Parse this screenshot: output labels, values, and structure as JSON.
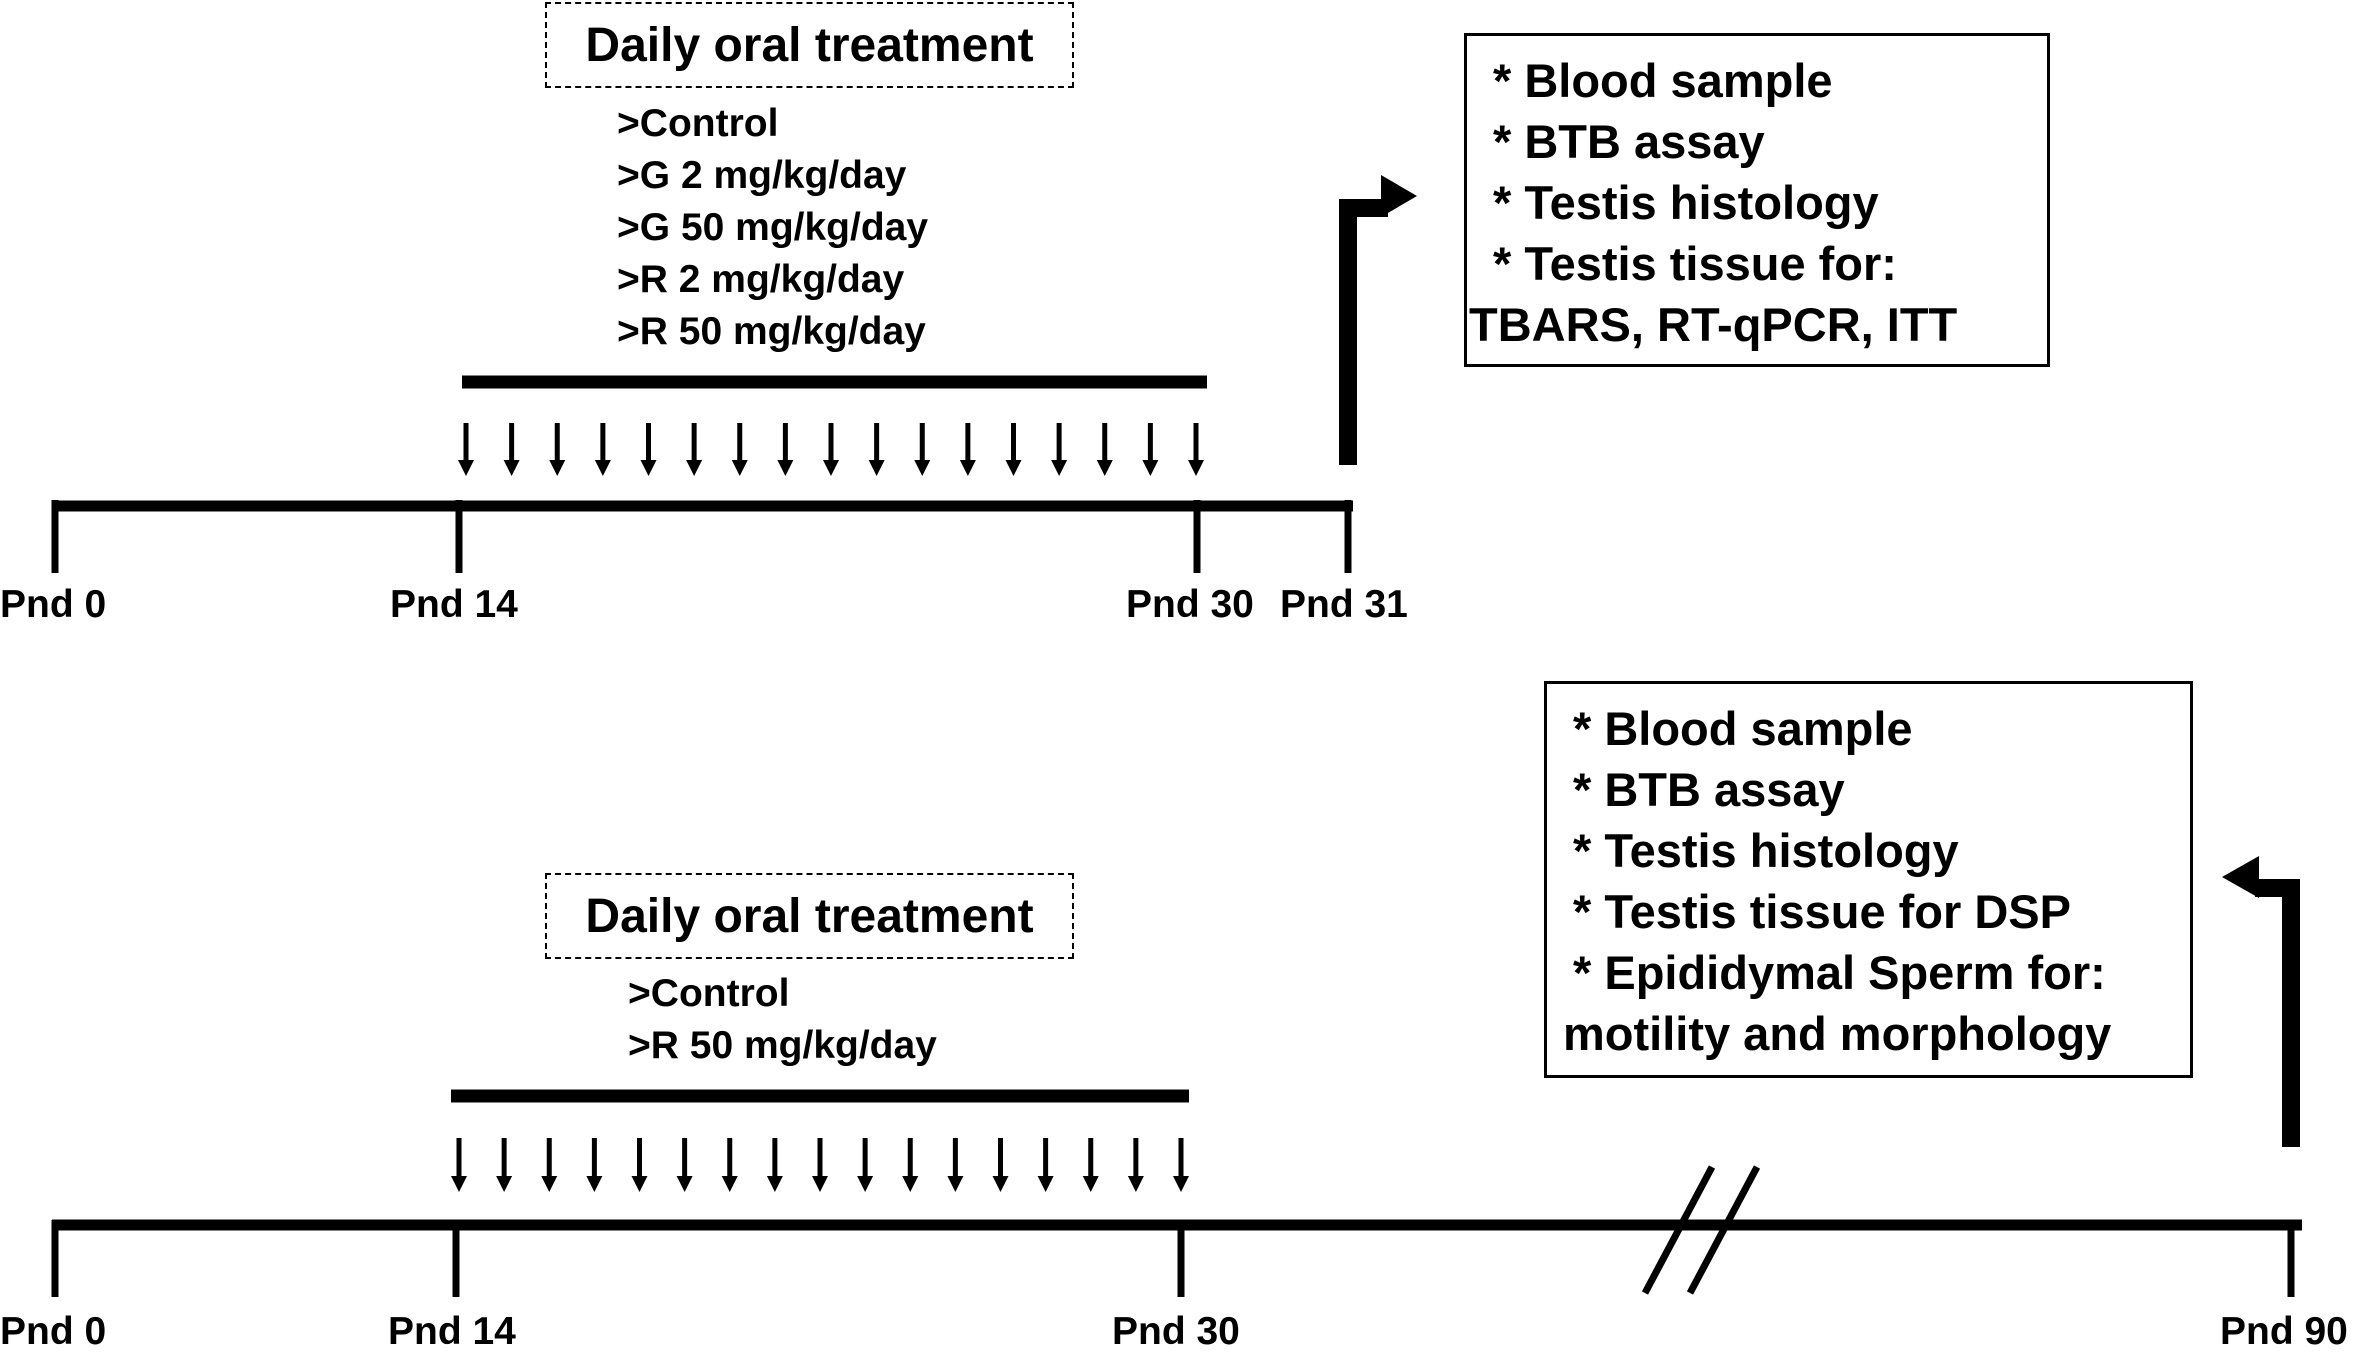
{
  "panels": [
    {
      "treatment_title": "Daily oral treatment",
      "groups": [
        ">Control",
        ">G 2 mg/kg/day",
        ">G 50 mg/kg/day",
        ">R 2 mg/kg/day",
        ">R 50 mg/kg/day"
      ],
      "ticks": [
        "Pnd 0",
        "Pnd 14",
        "Pnd 30",
        "Pnd 31"
      ],
      "analyses": [
        "* Blood sample",
        "* BTB assay",
        "* Testis histology",
        "* Testis tissue for:",
        "TBARS, RT-qPCR, ITT"
      ]
    },
    {
      "treatment_title": "Daily oral treatment",
      "groups": [
        ">Control",
        ">R 50 mg/kg/day"
      ],
      "ticks": [
        "Pnd 0",
        "Pnd 14",
        "Pnd 30",
        "Pnd 90"
      ],
      "analyses": [
        "* Blood sample",
        "* BTB assay",
        "* Testis histology",
        "* Testis tissue for DSP",
        "* Epididymal Sperm for:",
        "motility and morphology"
      ]
    }
  ]
}
